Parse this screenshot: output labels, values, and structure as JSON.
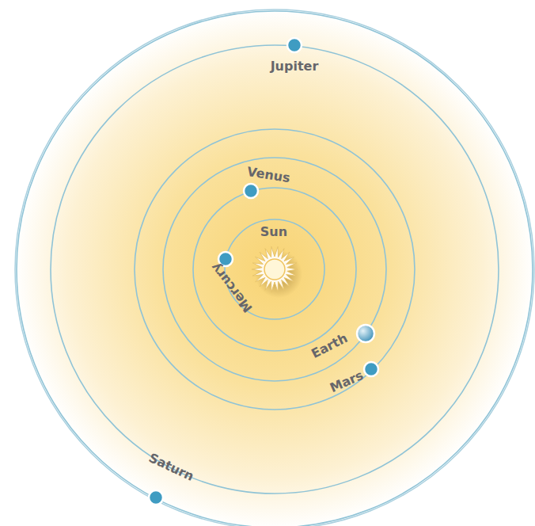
{
  "diagram": {
    "labels": [
      "Jupiter",
      "Venus",
      "Sun",
      "Mercury",
      "Earth",
      "Mars",
      "Saturn"
    ]
  }
}
